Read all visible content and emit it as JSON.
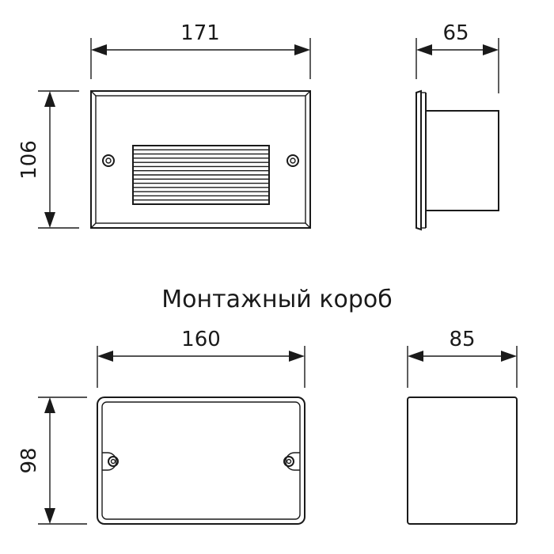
{
  "fixture": {
    "width_label": "171",
    "height_label": "106",
    "depth_label": "65"
  },
  "section_title": "Монтажный короб",
  "box": {
    "width_label": "160",
    "height_label": "98",
    "depth_label": "85"
  },
  "colors": {
    "stroke": "#1a1a1a",
    "background": "#ffffff"
  }
}
